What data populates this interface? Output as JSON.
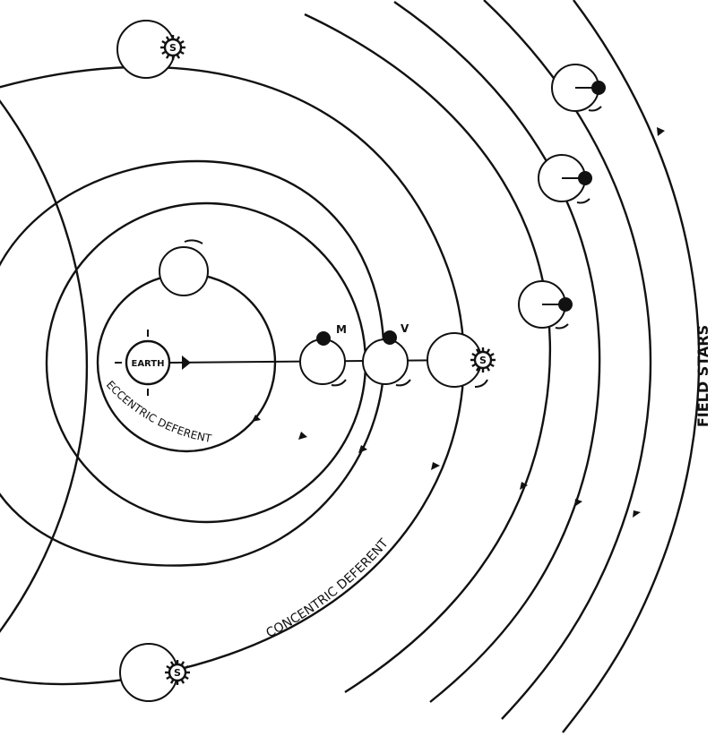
{
  "labels": {
    "earth": "EARTH",
    "eccentric_deferent": "ECCENTRIC DEFERENT",
    "concentric_deferent": "CONCENTRIC DEFERENT",
    "field_stars": "FIELD STARS",
    "mercury_marker": "M",
    "venus_marker": "V",
    "sun_marker": "S"
  }
}
